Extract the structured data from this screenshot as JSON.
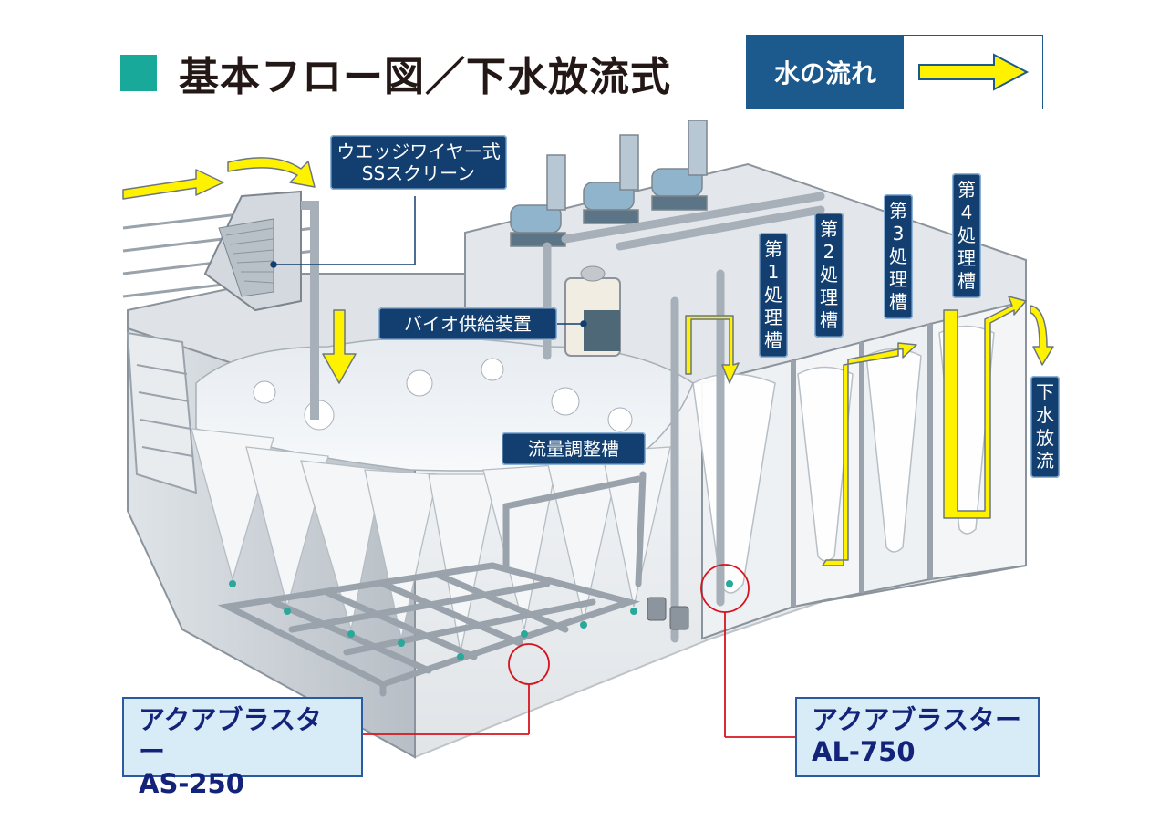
{
  "title": "基本フロー図／下水放流式",
  "legend": {
    "label": "水の流れ",
    "arrow_color": "#fff200"
  },
  "labels": {
    "screen": [
      "ウエッジワイヤー式",
      "SSスクリーン"
    ],
    "bio": "バイオ供給装置",
    "flow_tank": "流量調整槽",
    "tank1": [
      "第",
      "1",
      "処",
      "理",
      "槽"
    ],
    "tank2": [
      "第",
      "2",
      "処",
      "理",
      "槽"
    ],
    "tank3": [
      "第",
      "3",
      "処",
      "理",
      "槽"
    ],
    "tank4": [
      "第",
      "4",
      "処",
      "理",
      "槽"
    ],
    "discharge": [
      "下",
      "水",
      "放",
      "流"
    ]
  },
  "products": [
    {
      "name": "アクアブラスター",
      "model": "AS-250"
    },
    {
      "name": "アクアブラスター",
      "model": "AL-750"
    }
  ],
  "colors": {
    "callout_bg": "#123f70",
    "product_bg": "#d8ecf8",
    "leader_line": "#d7141e",
    "title_marker": "#18a99a"
  }
}
